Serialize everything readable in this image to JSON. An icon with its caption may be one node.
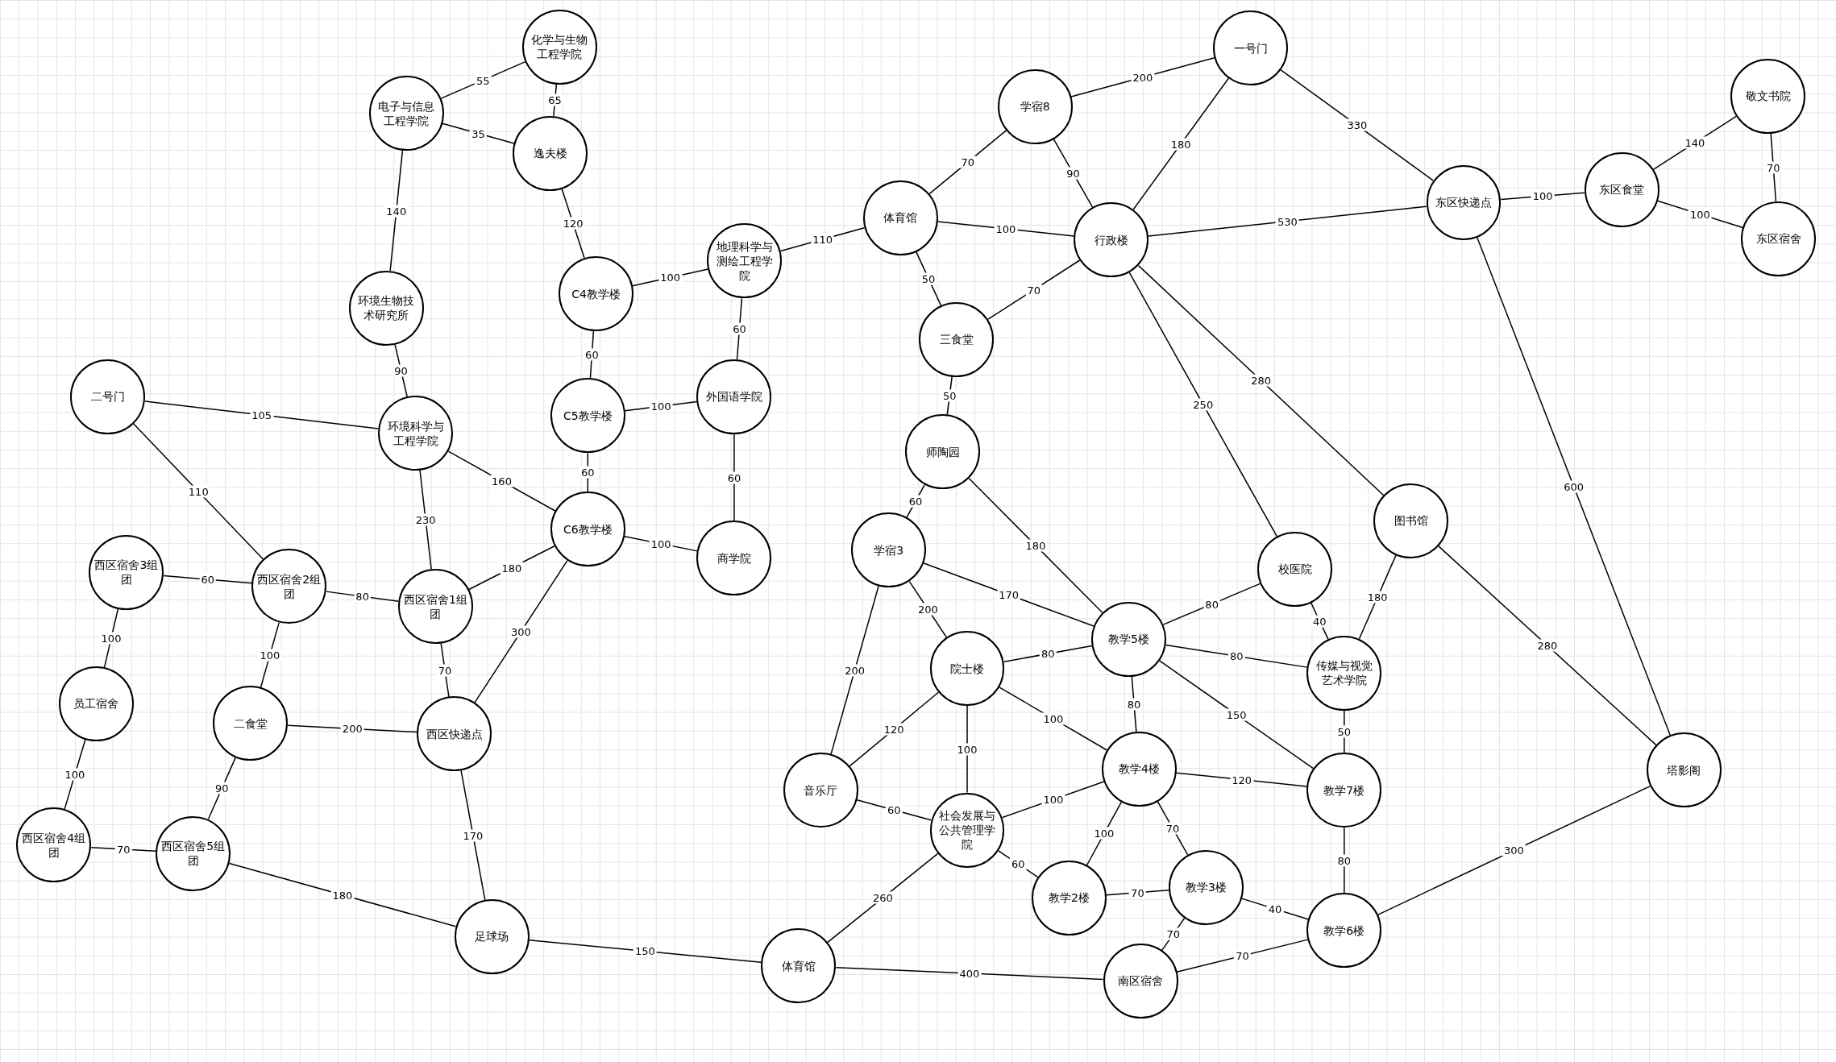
{
  "diagram": {
    "nodes": [
      {
        "text": [
          "化学与生物工程学院"
        ]
      },
      {
        "text": [
          "电子与信息工程学院"
        ]
      },
      {
        "text": [
          "逸夫楼"
        ]
      },
      {
        "text": [
          "一号门"
        ]
      },
      {
        "text": [
          "学宿8"
        ]
      },
      {
        "text": [
          "敬文书院"
        ]
      },
      {
        "text": [
          "体育馆"
        ]
      },
      {
        "text": [
          "行政楼"
        ]
      },
      {
        "text": [
          "东区快递点"
        ]
      },
      {
        "text": [
          "东区食堂"
        ]
      },
      {
        "text": [
          "东区宿舍"
        ]
      },
      {
        "text": [
          "地理科学与测绘工程学院"
        ]
      },
      {
        "text": [
          "C4教学楼"
        ]
      },
      {
        "text": [
          "环境生物技术研究所"
        ]
      },
      {
        "text": [
          "三食堂"
        ]
      },
      {
        "text": [
          "二号门"
        ]
      },
      {
        "text": [
          "C5教学楼"
        ]
      },
      {
        "text": [
          "外国语学院"
        ]
      },
      {
        "text": [
          "环境科学与工程学院"
        ]
      },
      {
        "text": [
          "师陶园"
        ]
      },
      {
        "text": [
          "C6教学楼"
        ]
      },
      {
        "text": [
          "商学院"
        ]
      },
      {
        "text": [
          "学宿3"
        ]
      },
      {
        "text": [
          "校医院"
        ]
      },
      {
        "text": [
          "图书馆"
        ]
      },
      {
        "text": [
          "西区宿舍3组团"
        ]
      },
      {
        "text": [
          "西区宿舍2组团"
        ]
      },
      {
        "text": [
          "西区宿舍1组团"
        ]
      },
      {
        "text": [
          "教学5楼"
        ]
      },
      {
        "text": [
          "院士楼"
        ]
      },
      {
        "text": [
          "传媒与视觉艺术学院"
        ]
      },
      {
        "text": [
          "员工宿舍"
        ]
      },
      {
        "text": [
          "二食堂"
        ]
      },
      {
        "text": [
          "西区快递点"
        ]
      },
      {
        "text": [
          "塔影阁"
        ]
      },
      {
        "text": [
          "教学4楼"
        ]
      },
      {
        "text": [
          "音乐厅"
        ]
      },
      {
        "text": [
          "教学7楼"
        ]
      },
      {
        "text": [
          "社会发展与公共管理学院"
        ]
      },
      {
        "text": [
          "西区宿舍4组团"
        ]
      },
      {
        "text": [
          "西区宿舍5组团"
        ]
      },
      {
        "text": [
          "教学2楼"
        ]
      },
      {
        "text": [
          "教学3楼"
        ]
      },
      {
        "text": [
          "教学6楼"
        ]
      },
      {
        "text": [
          "足球场"
        ]
      },
      {
        "text": [
          "体育馆"
        ]
      },
      {
        "text": [
          "南区宿舍"
        ]
      }
    ],
    "edges": [
      {
        "from": 1,
        "to": 0,
        "arrow": "none",
        "label": "55"
      },
      {
        "from": 0,
        "to": 2,
        "arrow": "none",
        "label": "65"
      },
      {
        "from": 1,
        "to": 2,
        "arrow": "none",
        "label": "35"
      },
      {
        "from": 1,
        "to": 13,
        "arrow": "none",
        "label": "140"
      },
      {
        "from": 2,
        "to": 12,
        "arrow": "none",
        "label": "120"
      },
      {
        "from": 13,
        "to": 18,
        "arrow": "none",
        "label": "90"
      },
      {
        "from": 12,
        "to": 11,
        "arrow": "none",
        "label": "100"
      },
      {
        "from": 12,
        "to": 16,
        "arrow": "none",
        "label": "60"
      },
      {
        "from": 11,
        "to": 6,
        "arrow": "none",
        "label": "110"
      },
      {
        "from": 11,
        "to": 17,
        "arrow": "none",
        "label": "60"
      },
      {
        "from": 16,
        "to": 17,
        "arrow": "none",
        "label": "100"
      },
      {
        "from": 16,
        "to": 20,
        "arrow": "none",
        "label": "60"
      },
      {
        "from": 17,
        "to": 21,
        "arrow": "none",
        "label": "60"
      },
      {
        "from": 20,
        "to": 21,
        "arrow": "none",
        "label": "100"
      },
      {
        "from": 18,
        "to": 20,
        "arrow": "none",
        "label": "160"
      },
      {
        "from": 18,
        "to": 27,
        "arrow": "none",
        "label": "230"
      },
      {
        "from": 15,
        "to": 18,
        "arrow": "none",
        "label": "105"
      },
      {
        "from": 15,
        "to": 26,
        "arrow": "none",
        "label": "110"
      },
      {
        "from": 20,
        "to": 27,
        "arrow": "none",
        "label": "180"
      },
      {
        "from": 20,
        "to": 33,
        "arrow": "none",
        "label": "300"
      },
      {
        "from": 25,
        "to": 26,
        "arrow": "none",
        "label": "60"
      },
      {
        "from": 26,
        "to": 27,
        "arrow": "none",
        "label": "80"
      },
      {
        "from": 25,
        "to": 31,
        "arrow": "none",
        "label": "100"
      },
      {
        "from": 26,
        "to": 32,
        "arrow": "none",
        "label": "100"
      },
      {
        "from": 27,
        "to": 33,
        "arrow": "none",
        "label": "70"
      },
      {
        "from": 32,
        "to": 33,
        "arrow": "none",
        "label": "200"
      },
      {
        "from": 31,
        "to": 39,
        "arrow": "none",
        "label": "100"
      },
      {
        "from": 32,
        "to": 40,
        "arrow": "none",
        "label": "90"
      },
      {
        "from": 39,
        "to": 40,
        "arrow": "none",
        "label": "70"
      },
      {
        "from": 40,
        "to": 44,
        "arrow": "none",
        "label": "180"
      },
      {
        "from": 33,
        "to": 44,
        "arrow": "none",
        "label": "170"
      },
      {
        "from": 44,
        "to": 45,
        "arrow": "none",
        "label": "150"
      },
      {
        "from": 45,
        "to": 46,
        "arrow": "none",
        "label": "400"
      },
      {
        "from": 45,
        "to": 38,
        "arrow": "none",
        "label": "260"
      },
      {
        "from": 6,
        "to": 4,
        "arrow": "none",
        "label": "70"
      },
      {
        "from": 4,
        "to": 3,
        "arrow": "none",
        "label": "200"
      },
      {
        "from": 4,
        "to": 7,
        "arrow": "none",
        "label": "90"
      },
      {
        "from": 3,
        "to": 7,
        "arrow": "none",
        "label": "180"
      },
      {
        "from": 3,
        "to": 8,
        "arrow": "none",
        "label": "330"
      },
      {
        "from": 6,
        "to": 7,
        "arrow": "none",
        "label": "100"
      },
      {
        "from": 6,
        "to": 14,
        "arrow": "none",
        "label": "50"
      },
      {
        "from": 7,
        "to": 14,
        "arrow": "none",
        "label": "70"
      },
      {
        "from": 7,
        "to": 8,
        "arrow": "none",
        "label": "530"
      },
      {
        "from": 8,
        "to": 9,
        "arrow": "none",
        "label": "100"
      },
      {
        "from": 9,
        "to": 5,
        "arrow": "none",
        "label": "140"
      },
      {
        "from": 5,
        "to": 10,
        "arrow": "none",
        "label": "70"
      },
      {
        "from": 9,
        "to": 10,
        "arrow": "none",
        "label": "100"
      },
      {
        "from": 8,
        "to": 34,
        "arrow": "none",
        "label": "600"
      },
      {
        "from": 7,
        "to": 24,
        "arrow": "none",
        "label": "280"
      },
      {
        "from": 7,
        "to": 23,
        "arrow": "none",
        "label": "250"
      },
      {
        "from": 14,
        "to": 19,
        "arrow": "none",
        "label": "50"
      },
      {
        "from": 19,
        "to": 22,
        "arrow": "none",
        "label": "60"
      },
      {
        "from": 19,
        "to": 28,
        "arrow": "none",
        "label": "180"
      },
      {
        "from": 22,
        "to": 28,
        "arrow": "none",
        "label": "170"
      },
      {
        "from": 22,
        "to": 29,
        "arrow": "none",
        "label": "200"
      },
      {
        "from": 22,
        "to": 36,
        "arrow": "none",
        "label": "200"
      },
      {
        "from": 29,
        "to": 28,
        "arrow": "none",
        "label": "80"
      },
      {
        "from": 23,
        "to": 28,
        "arrow": "none",
        "label": "80"
      },
      {
        "from": 23,
        "to": 30,
        "arrow": "none",
        "label": "40"
      },
      {
        "from": 24,
        "to": 30,
        "arrow": "none",
        "label": "180"
      },
      {
        "from": 24,
        "to": 34,
        "arrow": "none",
        "label": "280"
      },
      {
        "from": 28,
        "to": 30,
        "arrow": "none",
        "label": "80"
      },
      {
        "from": 28,
        "to": 35,
        "arrow": "none",
        "label": "80"
      },
      {
        "from": 28,
        "to": 37,
        "arrow": "none",
        "label": "150"
      },
      {
        "from": 29,
        "to": 35,
        "arrow": "none",
        "label": "100"
      },
      {
        "from": 29,
        "to": 36,
        "arrow": "none",
        "label": "120"
      },
      {
        "from": 29,
        "to": 38,
        "arrow": "none",
        "label": "100"
      },
      {
        "from": 36,
        "to": 38,
        "arrow": "none",
        "label": "60"
      },
      {
        "from": 38,
        "to": 35,
        "arrow": "none",
        "label": "100"
      },
      {
        "from": 38,
        "to": 41,
        "arrow": "none",
        "label": "60"
      },
      {
        "from": 35,
        "to": 41,
        "arrow": "none",
        "label": "100"
      },
      {
        "from": 35,
        "to": 42,
        "arrow": "none",
        "label": "70"
      },
      {
        "from": 35,
        "to": 37,
        "arrow": "none",
        "label": "120"
      },
      {
        "from": 30,
        "to": 37,
        "arrow": "none",
        "label": "50"
      },
      {
        "from": 37,
        "to": 43,
        "arrow": "none",
        "label": "80"
      },
      {
        "from": 41,
        "to": 42,
        "arrow": "none",
        "label": "70"
      },
      {
        "from": 42,
        "to": 43,
        "arrow": "none",
        "label": "40"
      },
      {
        "from": 42,
        "to": 46,
        "arrow": "none",
        "label": "70"
      },
      {
        "from": 46,
        "to": 43,
        "arrow": "none",
        "label": "70"
      },
      {
        "from": 43,
        "to": 34,
        "arrow": "none",
        "label": "300"
      }
    ]
  }
}
